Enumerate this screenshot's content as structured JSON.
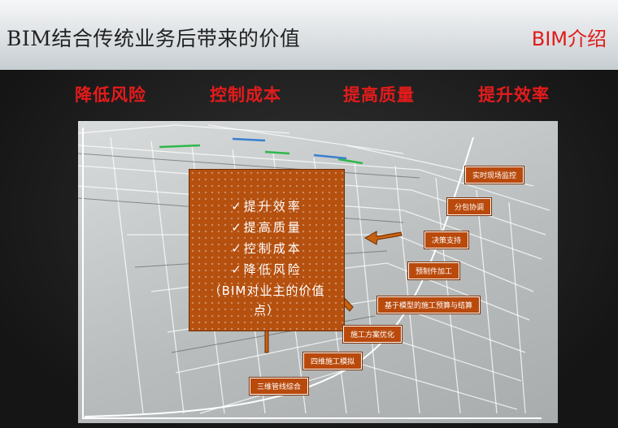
{
  "header": {
    "title": "BIM结合传统业务后带来的价值",
    "tag": "BIM介绍"
  },
  "keywords": [
    "降低风险",
    "控制成本",
    "提高质量",
    "提升效率"
  ],
  "panel": {
    "lines": [
      "✓提升效率",
      "✓提高质量",
      "✓控制成本",
      "✓降低风险"
    ],
    "note_line1": "（BIM对业主的价值",
    "note_line2": "点）"
  },
  "labels": [
    "实时现场监控",
    "分包协调",
    "决策支持",
    "预制件加工",
    "基于模型的施工预算与结算",
    "施工方案优化",
    "四维施工模拟",
    "三维管线综合"
  ],
  "colors": {
    "accent": "#e51b1b",
    "label_bg": "#b94a0c",
    "arrow": "#c8610f"
  }
}
